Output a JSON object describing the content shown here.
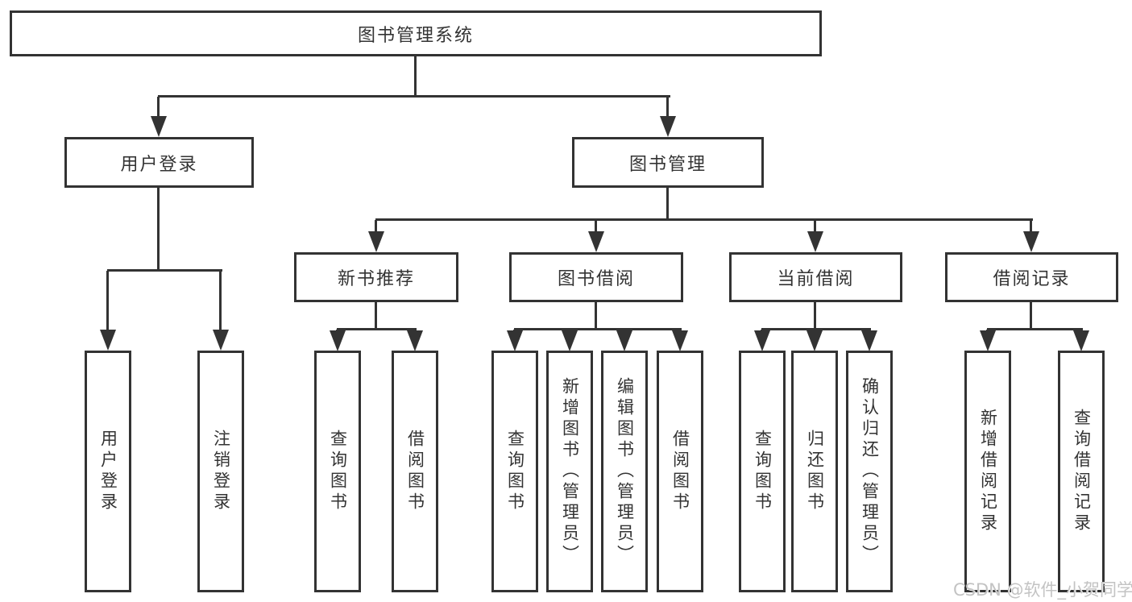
{
  "diagram_type": "hierarchy-tree",
  "colors": {
    "line": "#333333",
    "box_bg": "#ffffff",
    "text": "#333333",
    "watermark": "#c3c3c3"
  },
  "tree": {
    "label": "图书管理系统",
    "children": [
      {
        "label": "用户登录",
        "children": [
          {
            "label": "用户登录"
          },
          {
            "label": "注销登录"
          }
        ]
      },
      {
        "label": "图书管理",
        "children": [
          {
            "label": "新书推荐",
            "children": [
              {
                "label": "查询图书"
              },
              {
                "label": "借阅图书"
              }
            ]
          },
          {
            "label": "图书借阅",
            "children": [
              {
                "label": "查询图书"
              },
              {
                "label": "新增图书（管理员）"
              },
              {
                "label": "编辑图书（管理员）"
              },
              {
                "label": "借阅图书"
              }
            ]
          },
          {
            "label": "当前借阅",
            "children": [
              {
                "label": "查询图书"
              },
              {
                "label": "归还图书"
              },
              {
                "label": "确认归还（管理员）"
              }
            ]
          },
          {
            "label": "借阅记录",
            "children": [
              {
                "label": "新增借阅记录"
              },
              {
                "label": "查询借阅记录"
              }
            ]
          }
        ]
      }
    ]
  },
  "watermark": {
    "text": "CSDN @软件_小贺同学"
  }
}
